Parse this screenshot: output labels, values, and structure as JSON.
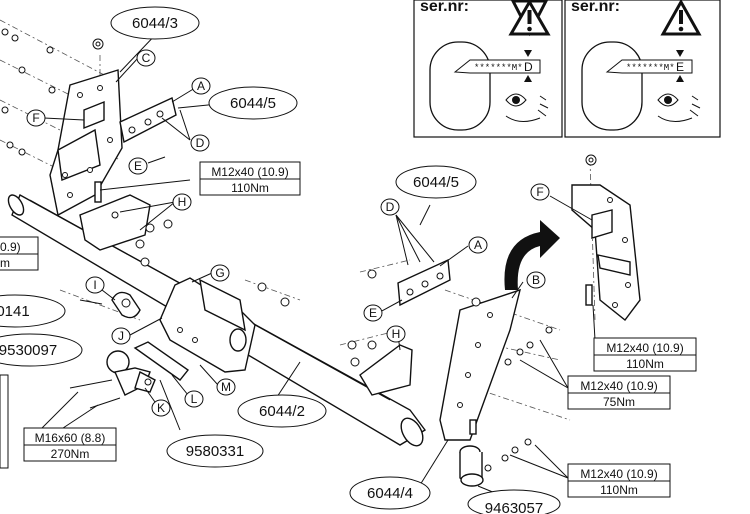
{
  "warnings": [
    {
      "title": "ser.nr:",
      "code": "*******M*",
      "marker": "D"
    },
    {
      "title": "ser.nr:",
      "code": "*******M*",
      "marker": "E"
    }
  ],
  "part_numbers": {
    "top_left_bracket": "6044/3",
    "top_plate": "6044/5",
    "right_plate": "6044/5",
    "crossbar": "6044/2",
    "right_bracket": "6044/4",
    "left_cut_1": "0141",
    "left_cut_2": "9530097",
    "socket_plate": "9580331",
    "cap": "9463057"
  },
  "letters": [
    "A",
    "B",
    "C",
    "D",
    "E",
    "F",
    "G",
    "H",
    "I",
    "J",
    "K",
    "L",
    "M"
  ],
  "specs": {
    "top_bolt": {
      "size": "M12x40 (10.9)",
      "torque": "110Nm"
    },
    "left_cut": {
      "size": "0.9)",
      "torque": "m"
    },
    "ball_bolt": {
      "size": "M16x60 (8.8)",
      "torque": "270Nm"
    },
    "right_top": {
      "size": "M12x40 (10.9)",
      "torque": "110Nm"
    },
    "right_mid": {
      "size": "M12x40 (10.9)",
      "torque": "75Nm"
    },
    "right_bottom": {
      "size": "M12x40 (10.9)",
      "torque": "110Nm"
    }
  }
}
